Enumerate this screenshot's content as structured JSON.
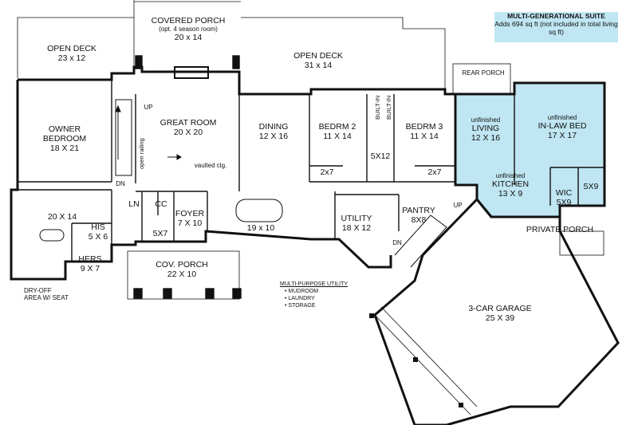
{
  "suite": {
    "title": "MULTI-GENERATIONAL SUITE",
    "line1": "Adds 694 sq ft",
    "line2": "(not included in total living sq ft)",
    "fill": "#bfe6f2"
  },
  "rooms": {
    "covered_porch": {
      "name": "COVERED PORCH",
      "note": "(opt. 4 season room)",
      "size": "20 x 14"
    },
    "open_deck_left": {
      "name": "OPEN DECK",
      "size": "23 x 12"
    },
    "open_deck_right": {
      "name": "OPEN DECK",
      "size": "31 x 14"
    },
    "rear_porch": {
      "name": "REAR PORCH"
    },
    "owner_bedroom": {
      "name": "OWNER BEDROOM",
      "size": "18 X 21"
    },
    "great_room": {
      "name": "GREAT ROOM",
      "size": "20 X 20"
    },
    "dining": {
      "name": "DINING",
      "size": "12 X 16"
    },
    "bedrm2": {
      "name": "BEDRM 2",
      "size": "11 X 14"
    },
    "bedrm3": {
      "name": "BEDRM 3",
      "size": "11 X 14"
    },
    "bath_5x12": {
      "size": "5X12"
    },
    "closet_a": {
      "size": "2x7"
    },
    "closet_b": {
      "size": "2x7"
    },
    "living": {
      "note": "unfinished",
      "name": "LIVING",
      "size": "12 X 16"
    },
    "inlaw_bed": {
      "note": "unfinished",
      "name": "IN-LAW BED",
      "size": "17 X 17"
    },
    "kitchen": {
      "note": "unfinished",
      "name": "KITCHEN",
      "size": "13 X 9"
    },
    "wic": {
      "name": "WIC",
      "size": "5X9"
    },
    "bath_5x9": {
      "size": "5X9"
    },
    "private_porch": {
      "name": "PRIVATE PORCH"
    },
    "owner_bath": {
      "size": "20 X 14"
    },
    "his": {
      "name": "HIS",
      "size": "5 X 6"
    },
    "hers": {
      "name": "HERS",
      "size": "9 X 7"
    },
    "ln": {
      "name": "LN"
    },
    "cc": {
      "name": "CC"
    },
    "foyer": {
      "name": "FOYER",
      "size": "7 X 10"
    },
    "closet_5x7": {
      "size": "5X7"
    },
    "kitchen_main": {
      "size": "19 x 10"
    },
    "utility": {
      "name": "UTILITY",
      "size": "18 X 12"
    },
    "pantry": {
      "name": "PANTRY",
      "size": "8X8"
    },
    "cov_porch": {
      "name": "COV. PORCH",
      "size": "22 X 10"
    },
    "garage": {
      "name": "3-CAR GARAGE",
      "size": "25 X 39"
    }
  },
  "notes": {
    "up_stair": "UP",
    "dn_stair": "DN",
    "open_railing": "open railing",
    "vaulted": "vaulted clg.",
    "built_in_1": "BUILT-IN",
    "built_in_2": "BUILT-IN",
    "up_garage": "UP",
    "dn_garage": "DN",
    "dry_off_1": "DRY-OFF",
    "dry_off_2": "AREA W/ SEAT",
    "multi_purpose_title": "MULTI-PURPOSE UTILITY",
    "multi_purpose_items": [
      "MUDROOM",
      "LAUNDRY",
      "STORAGE"
    ]
  }
}
